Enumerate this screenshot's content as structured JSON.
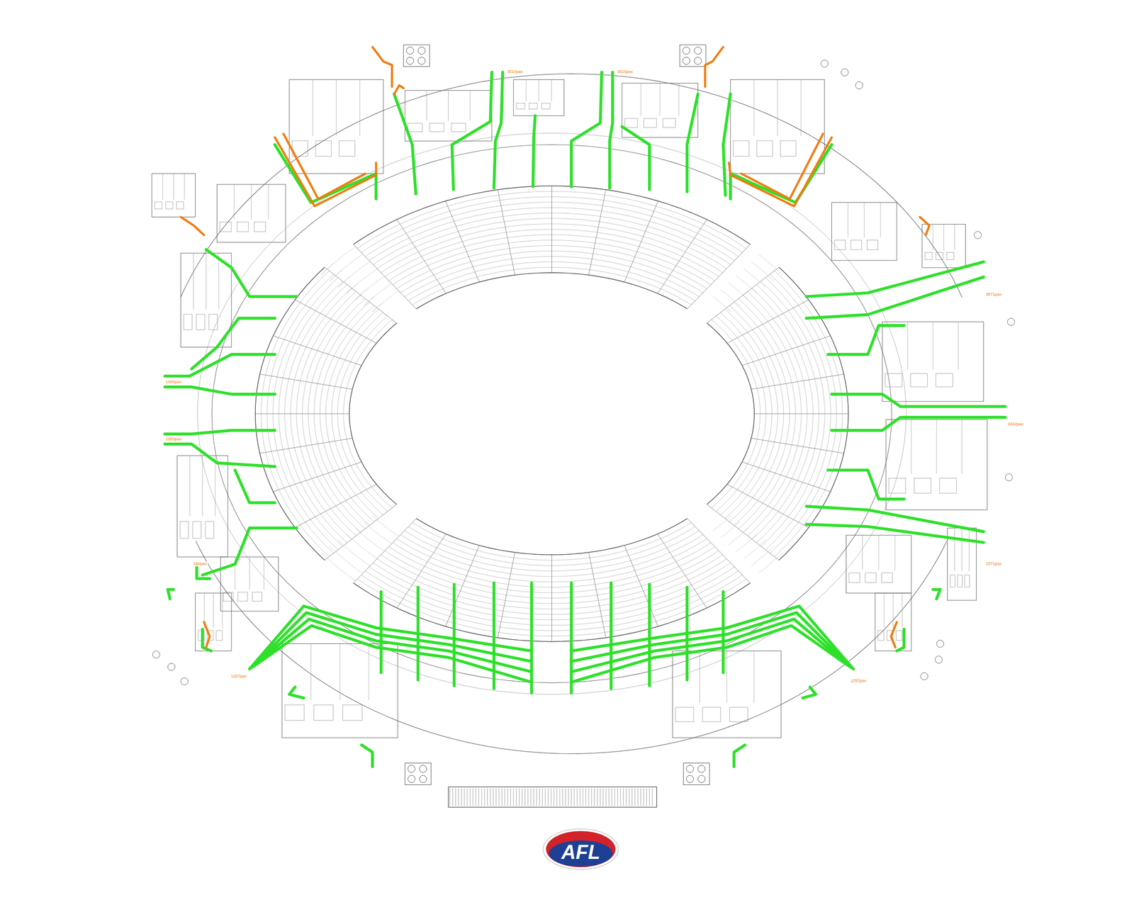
{
  "diagram": {
    "labels": [
      "1400pax",
      "1950pax",
      "240pax",
      "4342pax",
      "3571pax",
      "3371pax",
      "3510pax",
      "3510pax",
      "1257pax",
      "1257pax",
      "AFL"
    ]
  }
}
